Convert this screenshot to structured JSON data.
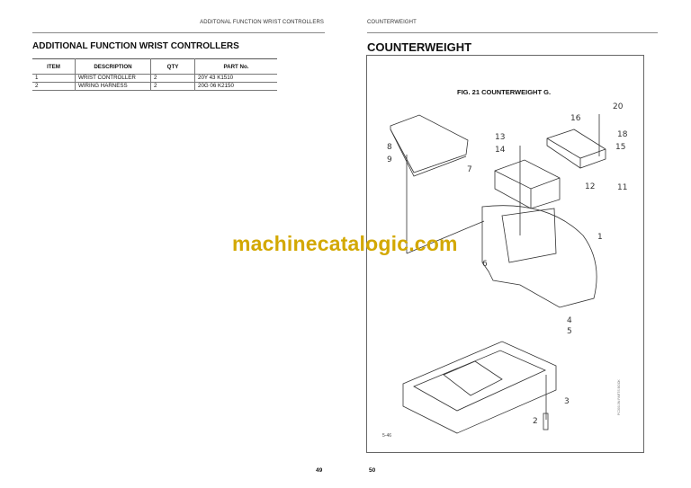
{
  "left_page": {
    "running_header": "ADDITONAL FUNCTION WRIST CONTROLLERS",
    "title": "ADDITIONAL FUNCTION WRIST CONTROLLERS",
    "table": {
      "headers": [
        "ITEM",
        "DESCRIPTION",
        "QTY",
        "PART No."
      ],
      "rows": [
        [
          "1",
          "WRIST CONTROLLER",
          "2",
          "20Y 43 K1510"
        ],
        [
          "2",
          "WIRING HARNESS",
          "2",
          "20G 06 K2150"
        ]
      ]
    },
    "page_number": "49"
  },
  "right_page": {
    "running_header": "COUNTERWEIGHT",
    "title": "COUNTERWEIGHT",
    "figure": {
      "caption": "FIG. 21 COUNTERWEIGHT G.",
      "callouts": [
        "20",
        "16",
        "18",
        "15",
        "13",
        "14",
        "8",
        "9",
        "7",
        "12",
        "11",
        "1",
        "6",
        "4",
        "5",
        "3",
        "2"
      ],
      "figure_code": "5-46",
      "side_code": "PC300-5N PARTS BOOK"
    },
    "page_number": "50"
  },
  "watermark": "machinecatalogic.com",
  "colors": {
    "watermark": "#d3a800",
    "rule": "#888888"
  }
}
